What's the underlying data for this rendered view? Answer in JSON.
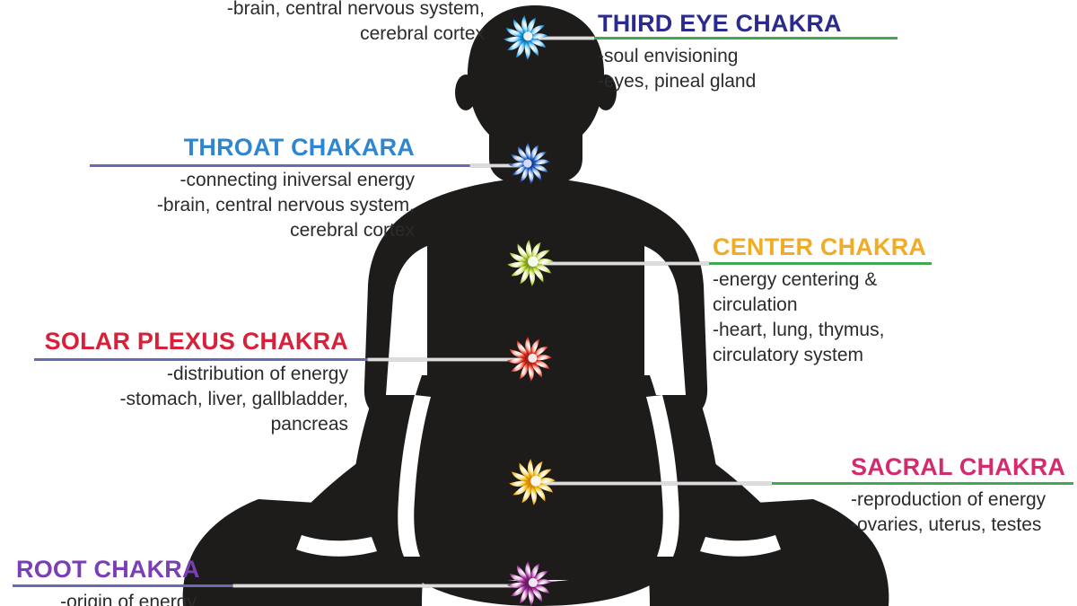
{
  "diagram": {
    "type": "chakra-body-diagram",
    "subject_color": "#1e1c1a",
    "background_color": "#ffffff"
  },
  "chakras": [
    {
      "id": "third-eye",
      "title": "THIRD EYE CHAKRA",
      "title_color": "#2b2b8f",
      "rule_color": "#3faa52",
      "leader_color": "#3faa52",
      "wheel_color": "#2aa3e8",
      "wheel_color_dark": "#0e6fae",
      "wheel_color_light": "#bfe6fb",
      "side": "right",
      "lines": [
        "-soul envisioning",
        "-eyes, pineal gland"
      ]
    },
    {
      "id": "throat",
      "title": "THROAT CHAKARA",
      "title_color": "#2e86d0",
      "rule_color": "#6a6ab4",
      "leader_color": "#6a6ab4",
      "wheel_color": "#2a64c8",
      "wheel_color_dark": "#123a86",
      "wheel_color_light": "#b9d3f7",
      "side": "left",
      "lines": [
        "-connecting iniversal energy",
        "-brain, central nervous system,",
        "cerebral cortex"
      ]
    },
    {
      "id": "center",
      "title": "CENTER CHAKRA",
      "title_color": "#f0ac26",
      "rule_color": "#3faa52",
      "leader_color": "#3faa52",
      "wheel_color": "#b4d33c",
      "wheel_color_dark": "#7a9a1e",
      "wheel_color_light": "#f2f6c9",
      "side": "right",
      "lines": [
        "-energy centering &",
        "circulation",
        "-heart, lung, thymus,",
        "circulatory system"
      ]
    },
    {
      "id": "solar-plexus",
      "title": "SOLAR PLEXUS CHAKRA",
      "title_color": "#d8203a",
      "rule_color": "#6a6ab4",
      "leader_color": "#6a6ab4",
      "wheel_color": "#e8402e",
      "wheel_color_dark": "#a81c14",
      "wheel_color_light": "#ffd2c6",
      "side": "left",
      "lines": [
        "-distribution of energy",
        "-stomach, liver, gallbladder,",
        "pancreas"
      ]
    },
    {
      "id": "sacral",
      "title": "SACRAL CHAKRA",
      "title_color": "#d42a6e",
      "rule_color": "#3faa52",
      "leader_color": "#3faa52",
      "wheel_color": "#f7bc1c",
      "wheel_color_dark": "#d18a06",
      "wheel_color_light": "#fdf0bd",
      "side": "right",
      "lines": [
        "-reproduction of energy",
        "-ovaries, uterus, testes"
      ]
    },
    {
      "id": "root",
      "title": "ROOT CHAKRA",
      "title_color": "#7b3fb5",
      "rule_color": "#6a6ab4",
      "leader_color": "#6a6ab4",
      "wheel_color": "#a8389c",
      "wheel_color_dark": "#6d1a6a",
      "wheel_color_light": "#ecc5ea",
      "side": "left",
      "lines": [
        "-origin of energy"
      ]
    }
  ],
  "top_clipped_text": {
    "lines": [
      "-brain, central nervous system,",
      "cerebral cortex"
    ]
  }
}
